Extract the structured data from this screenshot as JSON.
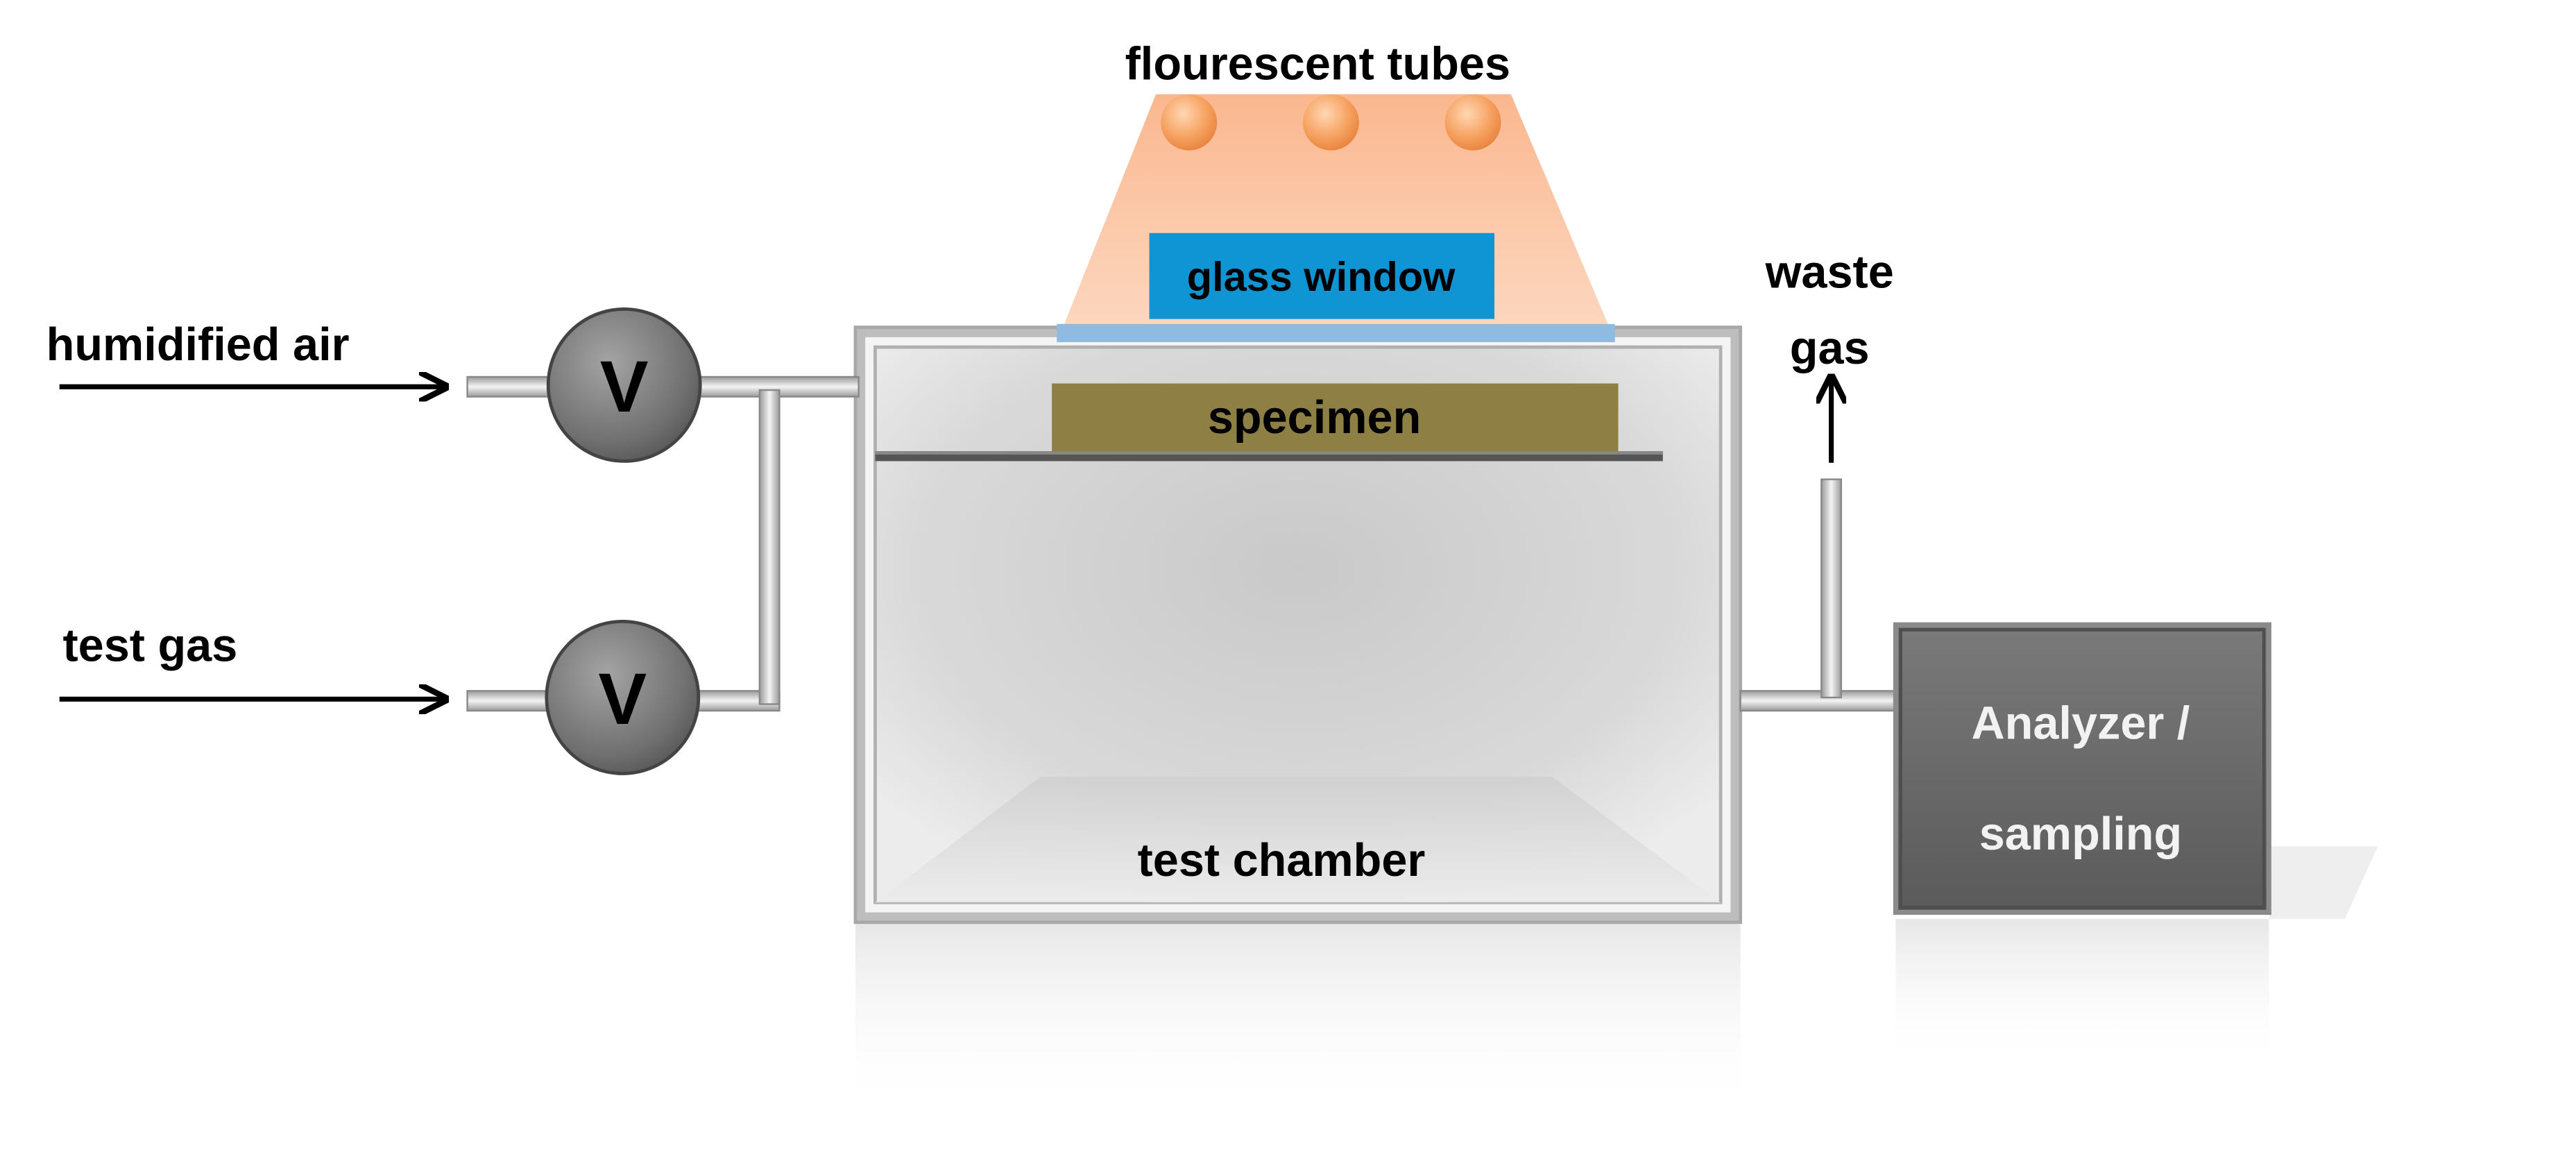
{
  "labels": {
    "fluorescent_tubes": "flourescent tubes",
    "glass_window": "glass window",
    "specimen": "specimen",
    "humidified_air": "humidified air",
    "test_gas": "test gas",
    "valve_top": "V",
    "valve_bottom": "V",
    "waste_gas_line1": "waste",
    "waste_gas_line2": "gas",
    "test_chamber": "test chamber",
    "analyzer_line1": "Analyzer /",
    "analyzer_line2": "sampling"
  },
  "colors": {
    "light_beam": "#f9bd98",
    "tube": "#f6a261",
    "glass_window": "#0f95d4",
    "glass_pane": "#8fbbe0",
    "specimen": "#8e7f44",
    "valve": "#6e6e6e",
    "analyzer": "#6a6a6a",
    "chamber_frame": "#b9b9b9",
    "arrow": "#000000"
  }
}
